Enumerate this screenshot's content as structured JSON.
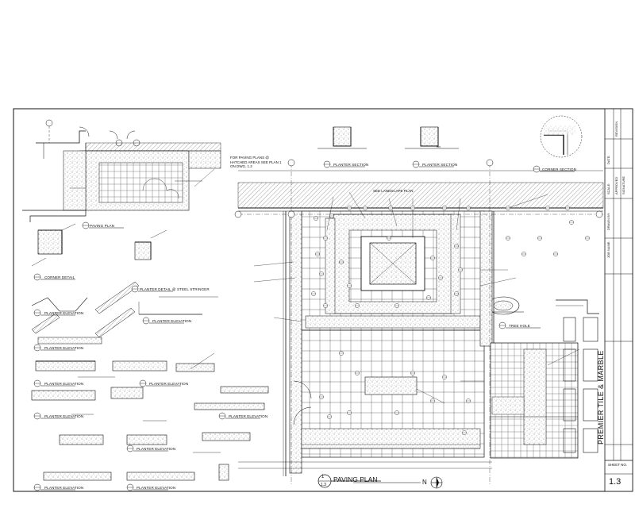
{
  "drawing": {
    "main_title": "PAVING PLAN",
    "main_detail_number": "1",
    "main_sheet_ref": "1.3",
    "north_label": "N",
    "note_paving": "FOR PAVING PLANS @ HATCHED AREAS SEE PLAN 1 ON DWG. 1.2",
    "note_seelandscape": "SEE LANDSCAPE PLAN"
  },
  "detail_titles": [
    "PAVING PLAN",
    "CORNER DETAIL",
    "PLANTER DETAIL @ STEEL STRINGER",
    "PLANTER ELEVATION",
    "PLANTER ELEVATION",
    "PLANTER ELEVATION",
    "PLANTER ELEVATION",
    "PLANTER ELEVATION",
    "PLANTER ELEVATION",
    "PLANTER ELEVATION",
    "PLANTER ELEVATION",
    "PLANTER ELEVATION",
    "PLANTER ELEVATION",
    "PLANTER SECTION",
    "PLANTER SECTION",
    "CORNER SECTION",
    "TREE HOLE"
  ],
  "title_block": {
    "company_name": "PREMIER TILE & MARBLE",
    "sheet_no_label": "SHEET NO.",
    "sheet_number": "1.3",
    "job_name_label": "JOB NAME:",
    "drawn_by_label": "DRAWN BY:",
    "scale_label": "SCALE:",
    "date_label": "DATE:",
    "revision_label": "REVISION",
    "approved_label": "APPROVED",
    "signature_label": "SIGNATURE"
  },
  "colors": {
    "line": "#111111",
    "hatch": "#555555",
    "paper": "#ffffff"
  }
}
